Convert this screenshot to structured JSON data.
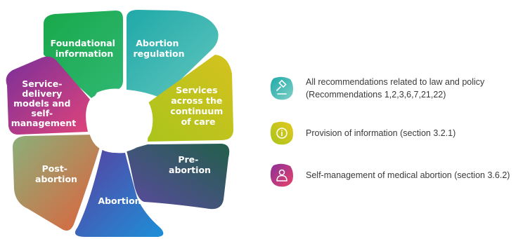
{
  "diagram": {
    "petals": [
      {
        "id": "foundational",
        "lines": [
          "Foundational",
          "information"
        ],
        "color_from": "#19a84a",
        "color_to": "#2fb873"
      },
      {
        "id": "regulation",
        "lines": [
          "Abortion",
          "regulation"
        ],
        "color_from": "#1fa9a9",
        "color_to": "#63c6bd"
      },
      {
        "id": "continuum",
        "lines": [
          "Services",
          "across the",
          "continuum",
          "of care"
        ],
        "color_from": "#a9c41c",
        "color_to": "#d6c21e"
      },
      {
        "id": "pre",
        "lines": [
          "Pre-",
          "abortion"
        ],
        "color_from": "#225f4a",
        "color_to": "#5b4aa0"
      },
      {
        "id": "abortion",
        "lines": [
          "Abortion"
        ],
        "color_from": "#5a3fa0",
        "color_to": "#1d8fd8"
      },
      {
        "id": "post",
        "lines": [
          "Post-",
          "abortion"
        ],
        "color_from": "#8bb07a",
        "color_to": "#e0613a"
      },
      {
        "id": "service",
        "lines": [
          "Service-",
          "delivery",
          "models and",
          "self-",
          "management"
        ],
        "color_from": "#7a2f9a",
        "color_to": "#e0447a"
      }
    ]
  },
  "legend": [
    {
      "icon": "gavel-icon",
      "text": "All recommendations related to law and policy (Recommendations 1,2,3,6,7,21,22)",
      "line1": "All recommendations related to law and policy",
      "line2": "(Recommendations 1,2,3,6,7,21,22)",
      "color_from": "#1fa9a9",
      "color_to": "#7fd0c6"
    },
    {
      "icon": "info-icon",
      "text": "Provision of information (section 3.2.1)",
      "color_from": "#a9c41c",
      "color_to": "#e3c81e"
    },
    {
      "icon": "person-icon",
      "text": "Self-management of medical abortion (section 3.6.2)",
      "color_from": "#8a2f9a",
      "color_to": "#e8446a"
    }
  ]
}
